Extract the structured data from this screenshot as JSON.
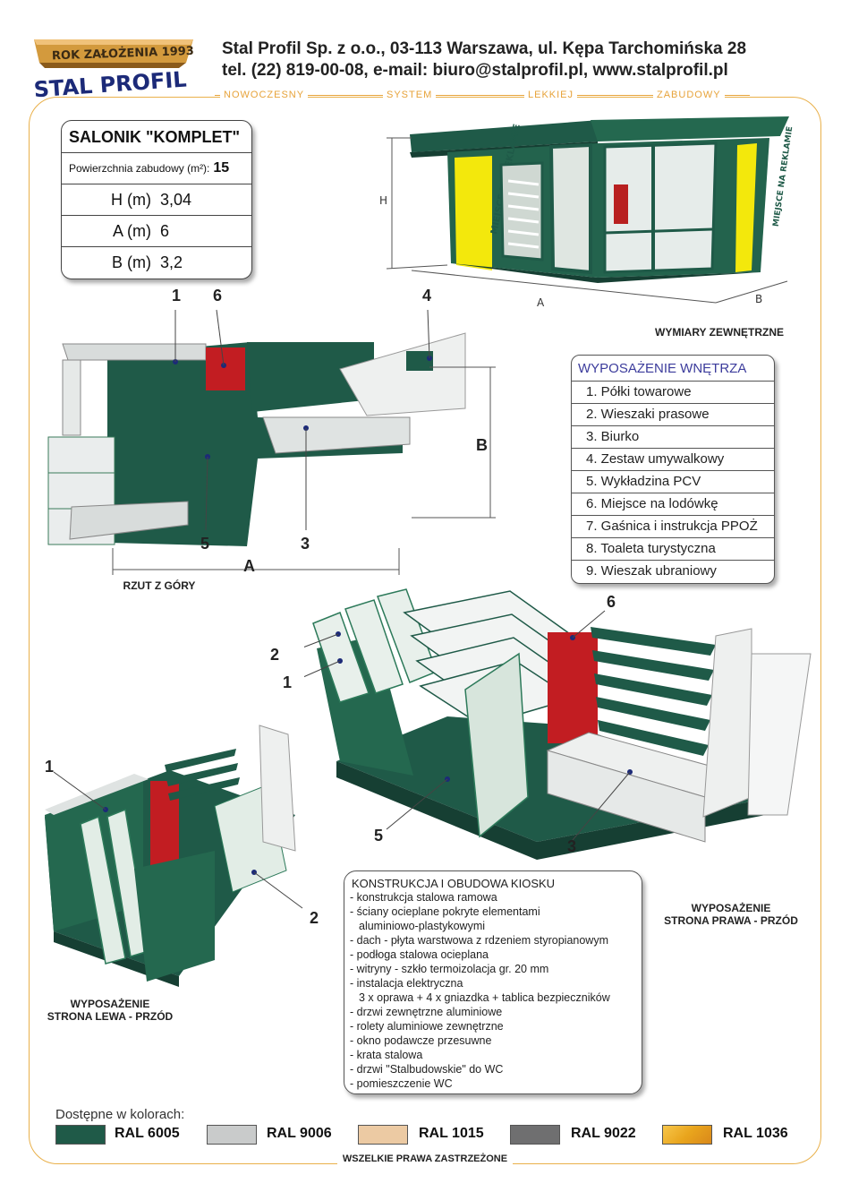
{
  "logo": {
    "ribbon_text": "ROK ZAŁOŻENIA 1993",
    "brand_text": "STAL PROFIL"
  },
  "header": {
    "company_line": "Stal Profil Sp. z o.o., 03-113 Warszawa, ul. Kępa Tarchomińska 28",
    "contact_line": "tel. (22) 819-00-08,   e-mail: biuro@stalprofil.pl,   www.stalprofil.pl",
    "tagline": [
      "NOWOCZESNY",
      "SYSTEM",
      "LEKKIEJ",
      "ZABUDOWY"
    ]
  },
  "salon": {
    "title": "SALONIK \"KOMPLET\"",
    "area_label": "Powierzchnia zabudowy (m²):",
    "area_value": "15",
    "dims": [
      {
        "label": "H (m)",
        "value": "3,04"
      },
      {
        "label": "A (m)",
        "value": "6"
      },
      {
        "label": "B (m)",
        "value": "3,2"
      }
    ]
  },
  "kiosk": {
    "ad_text": "MIEJSCE NA REKLAMIE",
    "dim_h": "H",
    "dim_a": "A",
    "dim_b": "B",
    "caption": "WYMIARY ZEWNĘTRZNE"
  },
  "plan": {
    "caption": "RZUT Z GÓRY",
    "dim_a": "A",
    "dim_b": "B",
    "numbers": [
      "1",
      "6",
      "4",
      "5",
      "3"
    ]
  },
  "equipment": {
    "title": "WYPOSAŻENIE WNĘTRZA",
    "items": [
      "1.  Półki towarowe",
      "2.  Wieszaki prasowe",
      "3.  Biurko",
      "4.  Zestaw umywalkowy",
      "5.  Wykładzina PCV",
      "6.  Miejsce na lodówkę",
      "7.  Gaśnica i instrukcja PPOŻ",
      "8.  Toaleta turystyczna",
      "9.  Wieszak ubraniowy"
    ]
  },
  "right_view": {
    "caption_line1": "WYPOSAŻENIE",
    "caption_line2": "STRONA PRAWA - PRZÓD",
    "numbers": [
      "6",
      "2",
      "1",
      "5",
      "3"
    ]
  },
  "left_view": {
    "caption_line1": "WYPOSAŻENIE",
    "caption_line2": "STRONA LEWA - PRZÓD",
    "numbers": [
      "1",
      "2"
    ]
  },
  "construction": {
    "title": "KONSTRUKCJA I OBUDOWA KIOSKU",
    "lines": [
      "- konstrukcja stalowa ramowa",
      "- ściany ocieplane pokryte elementami",
      "   aluminiowo-plastykowymi",
      "- dach - płyta warstwowa z rdzeniem styropianowym",
      "- podłoga stalowa ocieplana",
      "- witryny - szkło termoizolacja gr. 20 mm",
      "- instalacja elektryczna",
      "   3 x oprawa + 4 x gniazdka + tablica bezpieczników",
      "- drzwi zewnętrzne aluminiowe",
      "- rolety aluminiowe zewnętrzne",
      "- okno podawcze przesuwne",
      "- krata stalowa",
      "- drzwi \"Stalbudowskie\" do WC",
      "- pomieszczenie WC"
    ]
  },
  "colors": {
    "label": "Dostępne w kolorach:",
    "swatches": [
      {
        "name": "RAL 6005",
        "color": "#1f5a48"
      },
      {
        "name": "RAL 9006",
        "color": "#c9cbcb"
      },
      {
        "name": "RAL 1015",
        "color": "#eccaa3"
      },
      {
        "name": "RAL 9022",
        "color": "#6f6f70"
      },
      {
        "name": "RAL 1036",
        "color": "#e9a51d"
      }
    ]
  },
  "footer": {
    "rights": "WSZELKIE PRAWA ZASTRZEŻONE"
  },
  "brand_colors": {
    "green": "#1f5a48",
    "orange": "#e9a51d",
    "list_title_blue": "#3c3c9c"
  }
}
